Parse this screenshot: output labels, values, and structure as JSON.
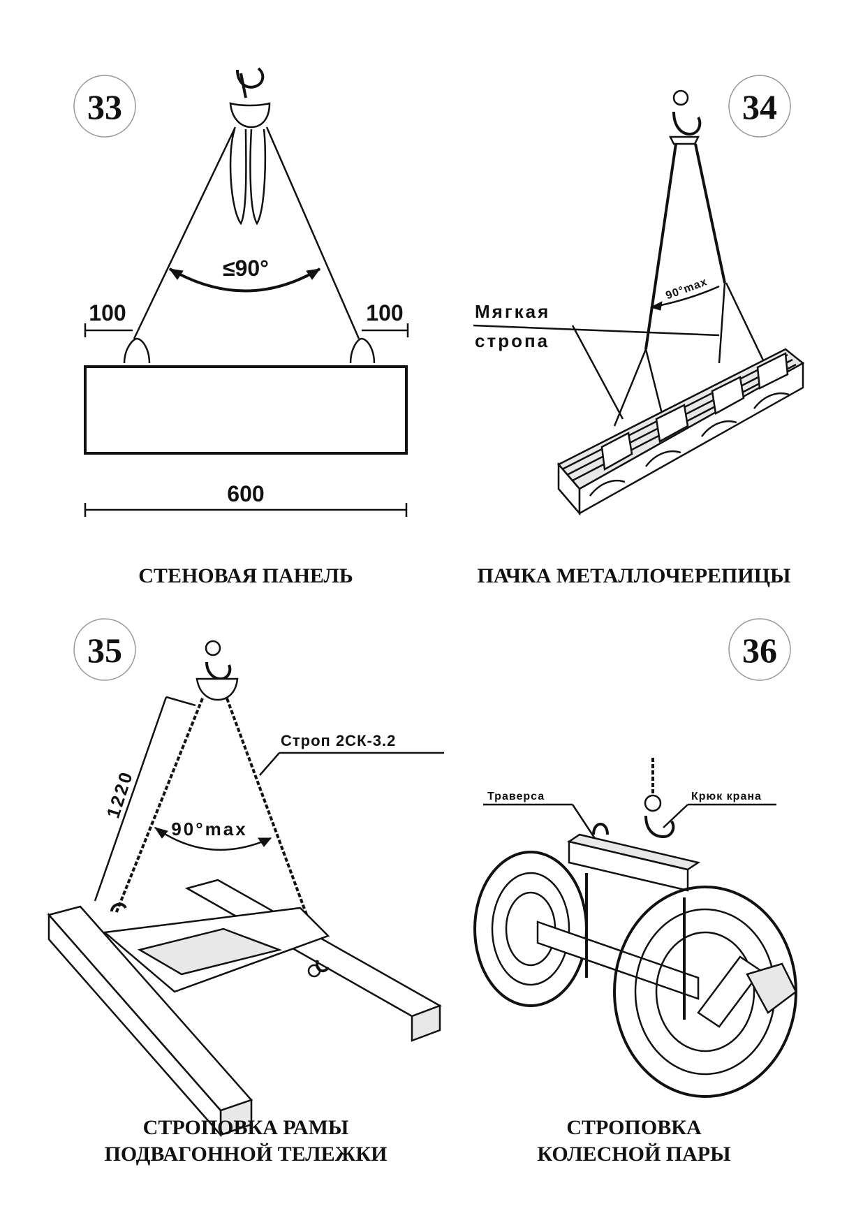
{
  "figures": [
    {
      "number": "33",
      "caption_lines": [
        "СТЕНОВАЯ ПАНЕЛЬ"
      ],
      "angle_label": "≤90°",
      "dim_left": "100",
      "dim_right": "100",
      "dim_bottom": "600"
    },
    {
      "number": "34",
      "caption_lines": [
        "ПАЧКА МЕТАЛЛОЧЕРЕПИЦЫ"
      ],
      "angle_label": "90°max",
      "callout_lines": [
        "Мягкая",
        "стропа"
      ]
    },
    {
      "number": "35",
      "caption_lines": [
        "СТРОПОВКА РАМЫ",
        "ПОДВАГОННОЙ ТЕЛЕЖКИ"
      ],
      "angle_label": "90°max",
      "sling_label": "Строп 2СК-3.2",
      "dim_length": "1220"
    },
    {
      "number": "36",
      "caption_lines": [
        "СТРОПОВКА",
        "КОЛЕСНОЙ ПАРЫ"
      ],
      "traverse_label": "Траверса",
      "hook_label": "Крюк крана"
    }
  ]
}
